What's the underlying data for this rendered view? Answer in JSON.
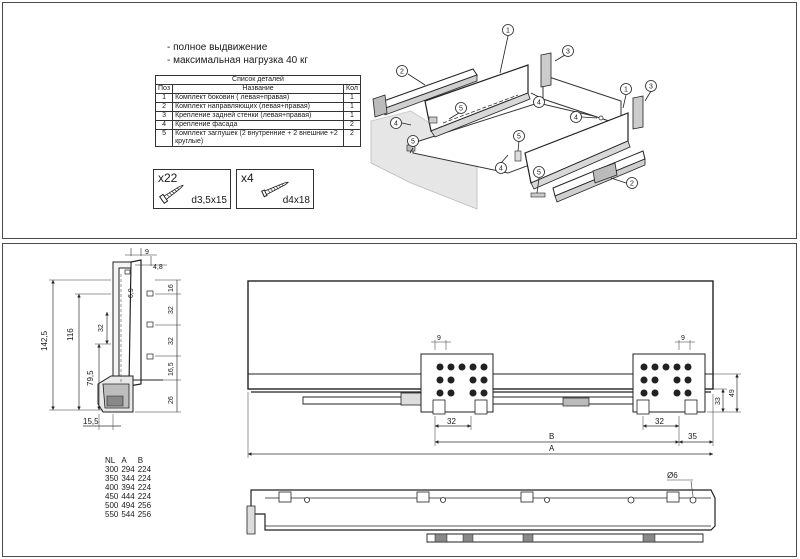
{
  "notes": [
    "- полное выдвижение",
    "- максимальная нагрузка 40 кг"
  ],
  "parts_table": {
    "title": "Список деталей",
    "headers": [
      "Поз",
      "Название",
      "Кол"
    ],
    "rows": [
      {
        "pos": "1",
        "name": "Комплект боковин ( левая+правая)",
        "qty": "1"
      },
      {
        "pos": "2",
        "name": "Комплект направляющих (левая+правая)",
        "qty": "1"
      },
      {
        "pos": "3",
        "name": "Крепление задней стенки (левая+правая)",
        "qty": "1"
      },
      {
        "pos": "4",
        "name": "Крепление фасада",
        "qty": "2"
      },
      {
        "pos": "5",
        "name": "Комплект заглушек (2 внутренние + 2 внешние +2 круглые)",
        "qty": "2"
      }
    ]
  },
  "hardware": [
    {
      "count": "x22",
      "size": "d3,5x15"
    },
    {
      "count": "x4",
      "size": "d4x18"
    }
  ],
  "callouts": [
    "1",
    "2",
    "3",
    "4",
    "5"
  ],
  "side_dims": {
    "top_9": "9",
    "top_48": "4,8",
    "d69": "6,9",
    "h1425": "142,5",
    "h116": "116",
    "h795": "79,5",
    "h32": "32",
    "r16": "16",
    "r32a": "32",
    "r32b": "32",
    "r165": "16,5",
    "r26": "26",
    "w155": "15,5"
  },
  "front_dims": {
    "n9a": "9",
    "n9b": "9",
    "n32a": "32",
    "n32b": "32",
    "n35": "35",
    "B": "B",
    "A": "A",
    "n33": "33",
    "n49": "49",
    "d6": "Ø6"
  },
  "size_table": {
    "headers": [
      "NL",
      "A",
      "B"
    ],
    "rows": [
      [
        "300",
        "294",
        "224"
      ],
      [
        "350",
        "344",
        "224"
      ],
      [
        "400",
        "394",
        "224"
      ],
      [
        "450",
        "444",
        "224"
      ],
      [
        "500",
        "494",
        "256"
      ],
      [
        "550",
        "544",
        "256"
      ]
    ]
  }
}
